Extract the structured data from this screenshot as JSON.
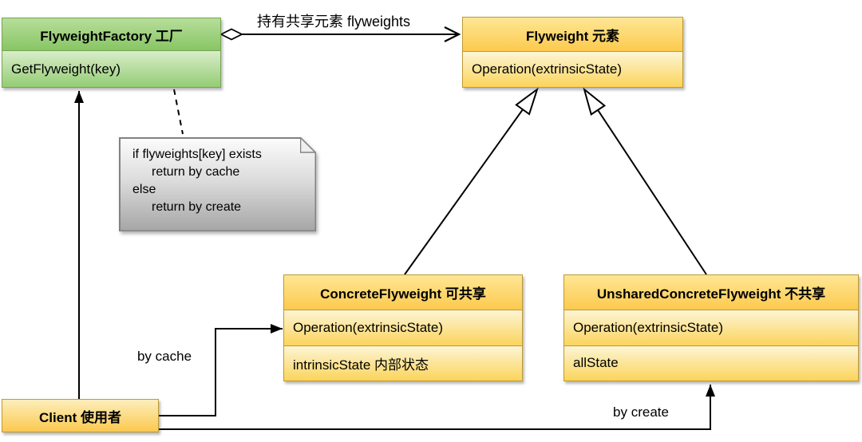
{
  "classes": {
    "factory": {
      "title": "FlyweightFactory 工厂",
      "members": [
        "GetFlyweight(key)"
      ]
    },
    "flyweight": {
      "title": "Flyweight 元素",
      "members": [
        "Operation(extrinsicState)"
      ]
    },
    "concrete_flyweight": {
      "title": "ConcreteFlyweight 可共享",
      "members": [
        "Operation(extrinsicState)",
        "intrinsicState 内部状态"
      ]
    },
    "unshared_concrete_flyweight": {
      "title": "UnsharedConcreteFlyweight 不共享",
      "members": [
        "Operation(extrinsicState)",
        "allState"
      ]
    },
    "client": {
      "title": "Client 使用者"
    }
  },
  "note": {
    "lines": [
      "if flyweights[key] exists",
      "return by cache",
      "else",
      "return by create"
    ]
  },
  "edge_labels": {
    "aggregation": "持有共享元素 flyweights",
    "by_cache": "by cache",
    "by_create": "by create"
  },
  "colors": {
    "class_yellow_fill": "#FBD45C",
    "class_yellow_fill_light": "#FDF5D4",
    "class_yellow_border": "#BD9A33",
    "factory_green_fill": "#8CC76E",
    "factory_green_fill_light": "#D9EDCA",
    "factory_green_border": "#74A553",
    "note_fill_top": "#FBFBFB",
    "note_fill_bottom": "#A6A6A6",
    "note_border": "#828282",
    "edge_color": "#000000"
  }
}
